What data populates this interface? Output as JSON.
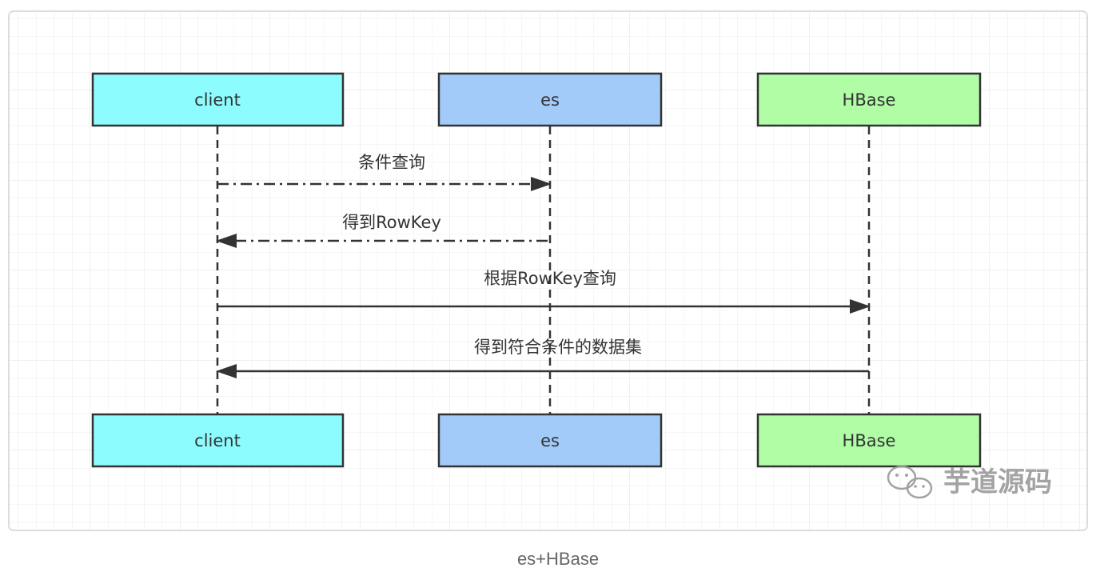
{
  "participants": [
    {
      "id": "client",
      "label": "client",
      "fill": "#8dfcff"
    },
    {
      "id": "es",
      "label": "es",
      "fill": "#a2cbfa"
    },
    {
      "id": "hbase",
      "label": "HBase",
      "fill": "#b0fda6"
    }
  ],
  "messages": [
    {
      "label": "条件查询",
      "from": "client",
      "to": "es",
      "style": "dash-dot"
    },
    {
      "label": "得到RowKey",
      "from": "es",
      "to": "client",
      "style": "dash-dot"
    },
    {
      "label": "根据RowKey查询",
      "from": "client",
      "to": "hbase",
      "style": "solid"
    },
    {
      "label": "得到符合条件的数据集",
      "from": "hbase",
      "to": "client",
      "style": "solid"
    }
  ],
  "watermark": {
    "text": "芋道源码",
    "icon": "wechat-icon"
  },
  "caption": "es+HBase",
  "colors": {
    "line": "#333333",
    "grid": "#e6e6e6",
    "border": "#dddddd"
  }
}
